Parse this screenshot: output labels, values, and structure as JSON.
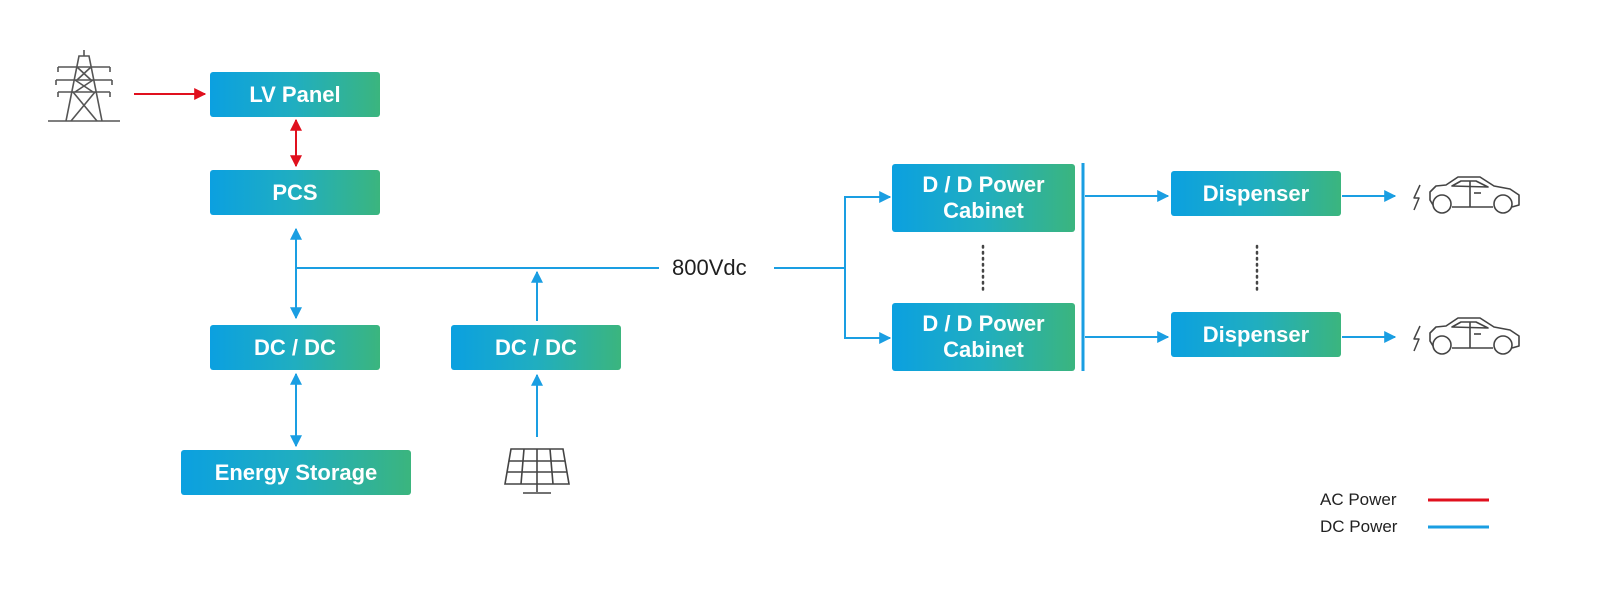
{
  "boxes": {
    "lv_panel": "LV Panel",
    "pcs": "PCS",
    "dcdc_storage": "DC / DC",
    "dcdc_solar": "DC / DC",
    "energy_storage": "Energy Storage",
    "power_cabinet_top": "D / D Power\nCabinet",
    "power_cabinet_bottom": "D / D Power\nCabinet",
    "dispenser_top": "Dispenser",
    "dispenser_bottom": "Dispenser"
  },
  "bus_label": "800Vdc",
  "legend": {
    "ac": "AC Power",
    "dc": "DC Power"
  },
  "colors": {
    "ac": "#e0101e",
    "dc": "#1a9ee2",
    "box_start": "#0ba0e0",
    "box_end": "#3bb57e"
  },
  "icons": [
    "transmission-tower-icon",
    "solar-panel-icon",
    "lightning-icon",
    "car-icon"
  ]
}
